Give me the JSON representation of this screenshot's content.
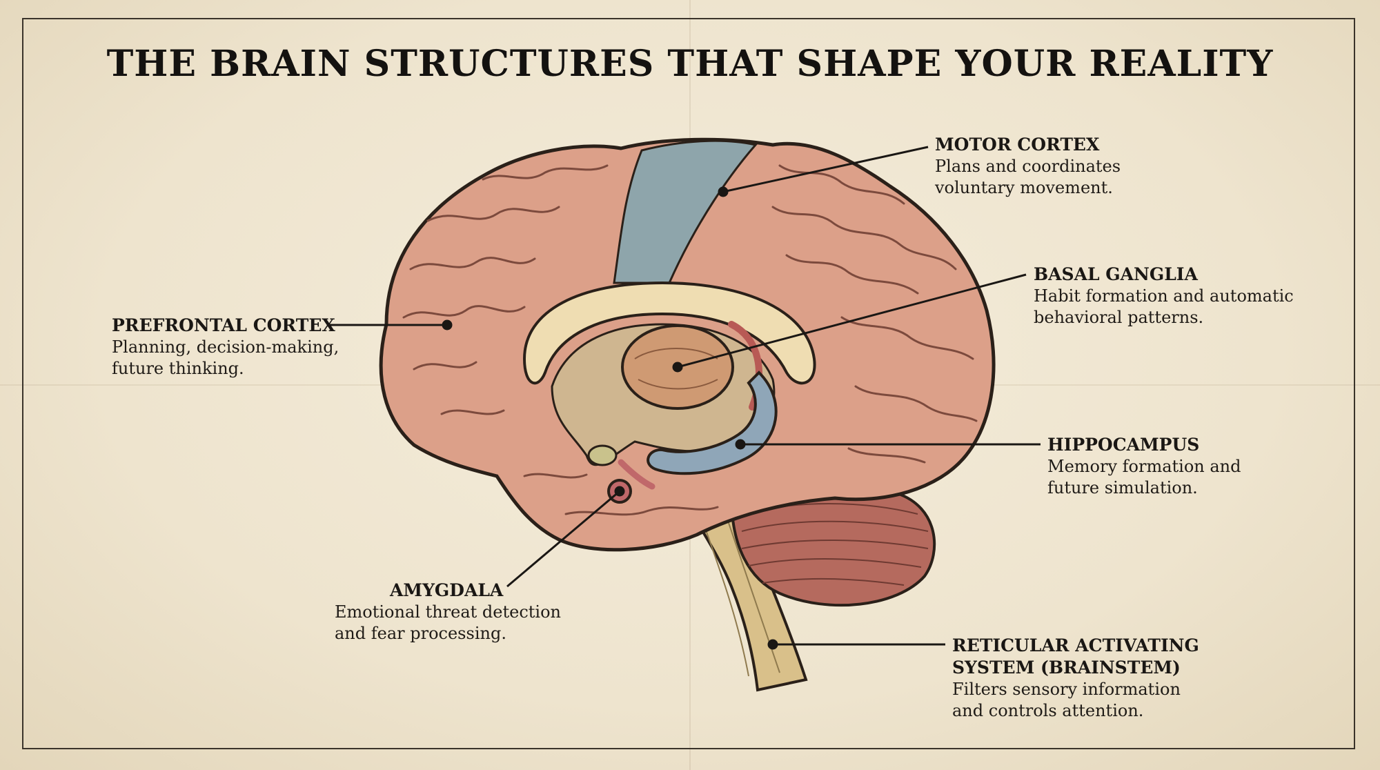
{
  "title": "THE BRAIN STRUCTURES THAT SHAPE YOUR REALITY",
  "colors": {
    "paper": "#efe6d2",
    "ink": "#1e1a16",
    "cortex": "#dca089",
    "motor_cortex": "#8ea5ab",
    "corpus_callosum": "#efddb2",
    "basal_ganglia": "#cf9a73",
    "hippocampus": "#8fa6b8",
    "amygdala": "#c0686a",
    "cerebellum": "#b56a5e",
    "brainstem": "#d9c08a"
  },
  "labels": {
    "motor_cortex": {
      "name": "MOTOR CORTEX",
      "desc1": "Plans and coordinates",
      "desc2": "voluntary movement."
    },
    "basal_ganglia": {
      "name": "BASAL GANGLIA",
      "desc1": "Habit formation and automatic",
      "desc2": "behavioral patterns."
    },
    "prefrontal_cortex": {
      "name": "PREFRONTAL CORTEX",
      "desc1": "Planning, decision-making,",
      "desc2": "future thinking."
    },
    "hippocampus": {
      "name": "HIPPOCAMPUS",
      "desc1": "Memory formation and",
      "desc2": "future simulation."
    },
    "amygdala": {
      "name": "AMYGDALA",
      "desc1": "Emotional threat detection",
      "desc2": "and fear processing."
    },
    "ras": {
      "name1": "RETICULAR ACTIVATING",
      "name2": "SYSTEM (BRAINSTEM)",
      "desc1": "Filters sensory information",
      "desc2": "and controls attention."
    }
  }
}
